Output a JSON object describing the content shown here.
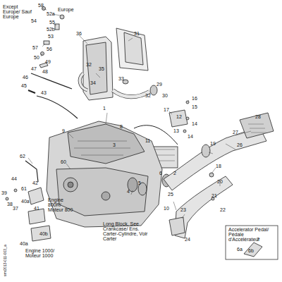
{
  "diagram": {
    "labels": [
      "Except Europe/ Sauf Europe",
      "58",
      "Europe",
      "52a",
      "54",
      "55",
      "52b",
      "53",
      "57",
      "56",
      "50",
      "49",
      "47",
      "48",
      "46",
      "45",
      "43",
      "36",
      "31",
      "32",
      "35",
      "34",
      "33",
      "29",
      "32",
      "30",
      "16",
      "15",
      "17",
      "12",
      "14",
      "13",
      "14",
      "1",
      "8",
      "9",
      "3",
      "11",
      "62",
      "60",
      "61",
      "44",
      "39",
      "38",
      "37",
      "42",
      "41",
      "40a",
      "Engine 800R/ Moteur 800",
      "40b",
      "40a",
      "Engine 1000/ Moteur 1000",
      "4",
      "5",
      "6",
      "2",
      "Long Block, See Crankcase/ Ens. Carter-Cylindre, Voir Carter",
      "10",
      "19",
      "18",
      "20",
      "21",
      "22",
      "23",
      "24",
      "26",
      "27",
      "28",
      "25",
      "Accelerator Pedal/ Pédale d'Accélérateur",
      "6a",
      "6b",
      "7",
      "smr2013-011-003_a"
    ]
  }
}
